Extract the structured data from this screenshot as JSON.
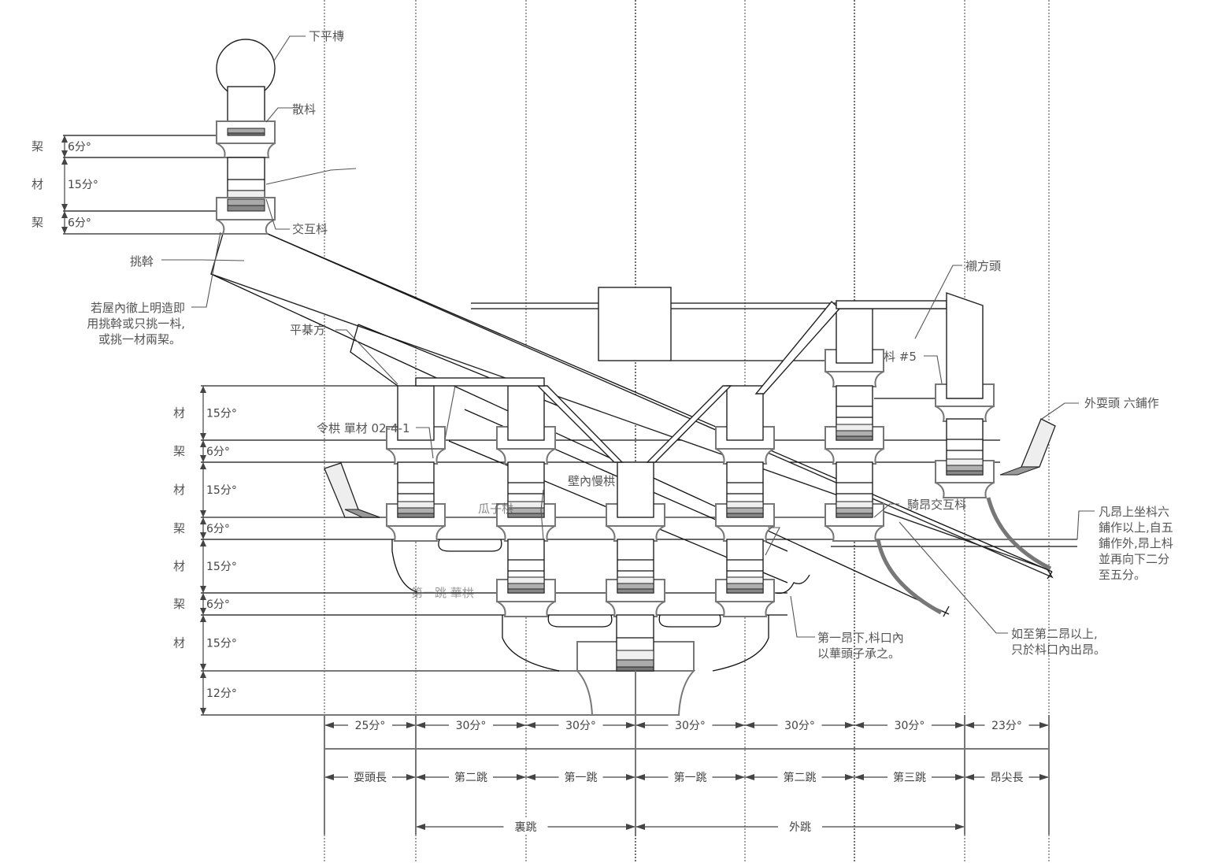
{
  "title": "六鋪作 斗栱 側樣",
  "labels": {
    "xiapingtuan": "下平槫",
    "sandou": "散枓",
    "jiaohudou": "交互枓",
    "tiaowo": "挑斡",
    "note_tiaowo": [
      "若屋內徹上明造即",
      "用挑斡或只挑一枓,",
      "或挑一材兩栔。"
    ],
    "pingqifang": "平棊方",
    "linggong": "令栱 單材 02-4-1",
    "binei_mangong": "壁內慢栱",
    "guazi": "瓜子栱",
    "diyitiao": "第一跳 華栱",
    "chenfangtou": "襯方頭",
    "dou5": "枓 #5",
    "waishuatou": "外耍頭 六鋪作",
    "qiang_jiaohudou": "騎昂交互枓",
    "note_ang_dou": [
      "凡昂上坐枓六",
      "鋪作以上,自五",
      "鋪作外,昂上枓",
      "並再向下二分",
      "至五分。"
    ],
    "note_second_ang": [
      "如至第二昂以上,",
      "只於枓口內出昂。"
    ],
    "note_first_ang": [
      "第一昂下,枓口內",
      "以華頭子承之。"
    ]
  },
  "vertical_dims_top": [
    {
      "name": "栔",
      "value": "6分°"
    },
    {
      "name": "材",
      "value": "15分°"
    },
    {
      "name": "栔",
      "value": "6分°"
    }
  ],
  "vertical_dims_main": [
    {
      "name": "材",
      "value": "15分°"
    },
    {
      "name": "栔",
      "value": "6分°"
    },
    {
      "name": "材",
      "value": "15分°"
    },
    {
      "name": "栔",
      "value": "6分°"
    },
    {
      "name": "材",
      "value": "15分°"
    },
    {
      "name": "栔",
      "value": "6分°"
    },
    {
      "name": "材",
      "value": "15分°"
    },
    {
      "name": "",
      "value": "12分°"
    }
  ],
  "horizontal_dims": [
    "25分°",
    "30分°",
    "30分°",
    "30分°",
    "30分°",
    "30分°",
    "23分°"
  ],
  "horizontal_names": [
    "耍頭長",
    "第二跳",
    "第一跳",
    "第一跳",
    "第二跳",
    "第三跳",
    "昂尖長"
  ],
  "span_labels": {
    "inner": "裏跳",
    "outer": "外跳"
  },
  "colors": {
    "line": "#111111",
    "grey_line": "#777777",
    "label": "#555555",
    "light_fill": "#eeeeee",
    "mid_fill": "#b4b4b4",
    "dark_fill": "#8a8a8a"
  }
}
